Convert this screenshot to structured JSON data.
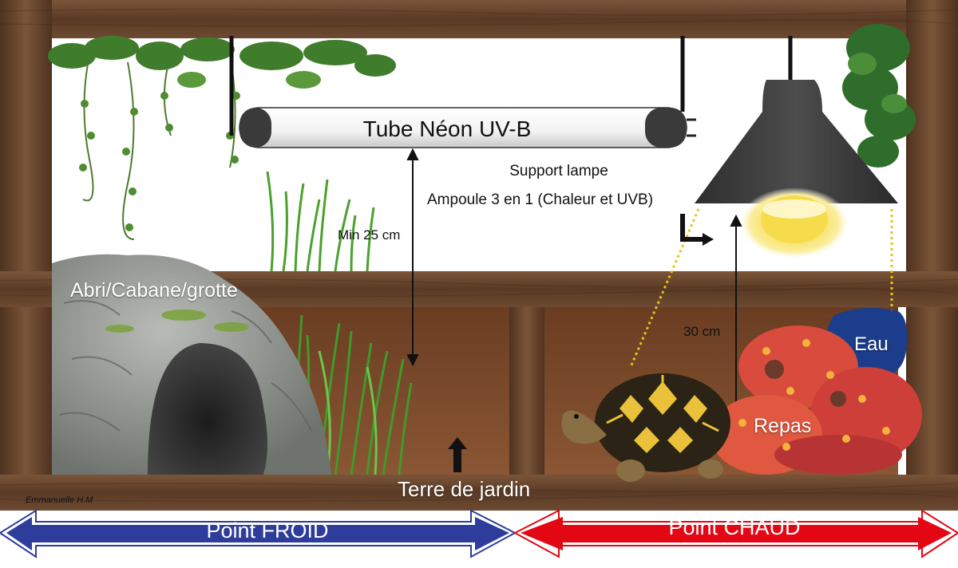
{
  "labels": {
    "neon_tube": "Tube Néon UV-B",
    "lamp_support": "Support lampe",
    "bulb": "Ampoule 3 en 1 (Chaleur et UVB)",
    "min_distance": "Min 25 cm",
    "bulb_distance": "30 cm",
    "shelter": "Abri/Cabane/grotte",
    "water": "Eau",
    "food": "Repas",
    "substrate": "Terre de jardin",
    "credit": "Emmanuelle H.M"
  },
  "zones": {
    "cold": {
      "label": "Point FROID",
      "color": "#2e3d9c"
    },
    "hot": {
      "label": "Point CHAUD",
      "color": "#e30613"
    }
  },
  "colors": {
    "wood": "#6b4a33",
    "wood_dark": "#3e2616",
    "panel": "#7b4a2d",
    "rock": "#9a9e98",
    "grass": "#5db33a",
    "lamp_shade": "#3d3d3d",
    "bulb_glow": "#f7e15f",
    "cactus": "#d84b3d",
    "water": "#1b3d8c",
    "tortoise_shell": "#e9c13a"
  }
}
